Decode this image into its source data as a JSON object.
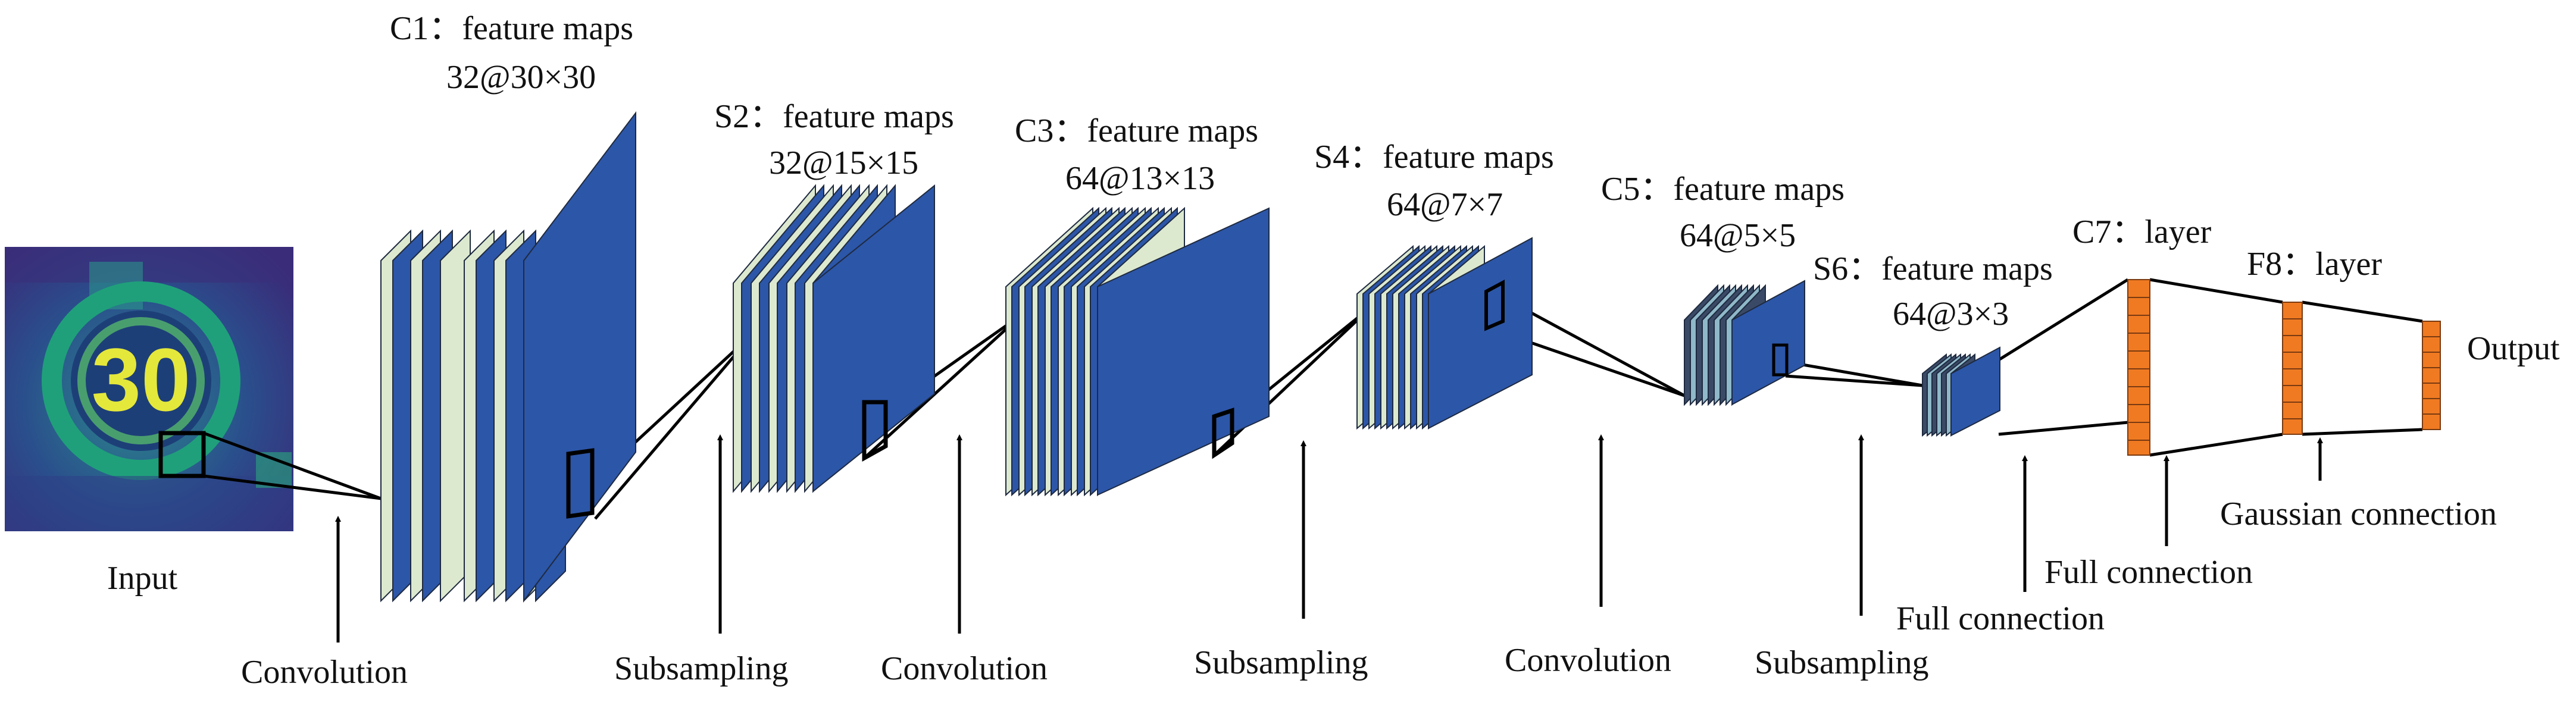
{
  "input": {
    "label": "Input",
    "sign_text": "30"
  },
  "layers": [
    {
      "title": "C1：feature maps",
      "size": "32@30×30"
    },
    {
      "title": "S2：feature maps",
      "size": "32@15×15"
    },
    {
      "title": "C3：feature maps",
      "size": "64@13×13"
    },
    {
      "title": "S4：feature maps",
      "size": "64@7×7"
    },
    {
      "title": "C5：feature maps",
      "size": "64@5×5"
    },
    {
      "title": "S6：feature maps",
      "size": "64@3×3"
    },
    {
      "title": "C7：layer"
    },
    {
      "title": "F8：layer"
    }
  ],
  "operations": [
    "Convolution",
    "Subsampling",
    "Convolution",
    "Subsampling",
    "Convolution",
    "Subsampling",
    "Full connection",
    "Full connection",
    "Gaussian connection"
  ],
  "output": {
    "label": "Output"
  },
  "colors": {
    "map_blue": "#2c56a8",
    "map_light": "#dde9cf",
    "neuron_orange": "#f07a22",
    "line": "#000000"
  }
}
